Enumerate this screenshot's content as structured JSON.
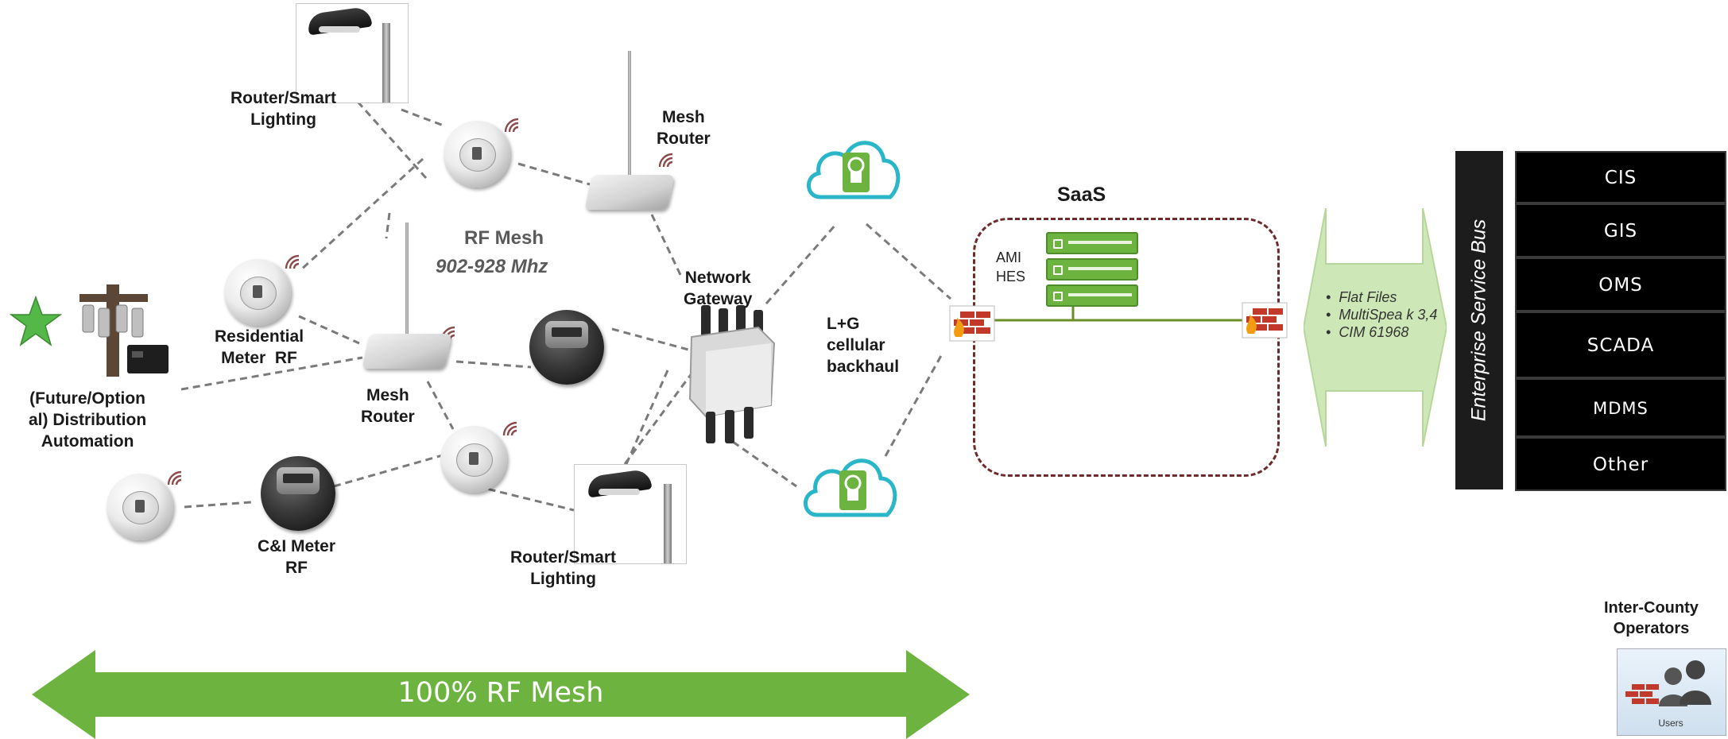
{
  "labels": {
    "router_smart_top": [
      "Router/Smart",
      "Lighting"
    ],
    "mesh_router_top": [
      "Mesh",
      "Router"
    ],
    "rf_mesh_title": "RF Mesh",
    "rf_mesh_freq": "902-928 Mhz",
    "residential_meter": [
      "Residential",
      "Meter  RF"
    ],
    "mesh_router_mid": [
      "Mesh",
      "Router"
    ],
    "distribution_automation": [
      "(Future/Option",
      "al) Distribution",
      "Automation"
    ],
    "ci_meter": [
      "C&I Meter",
      "RF"
    ],
    "router_smart_bottom": [
      "Router/Smart",
      "Lighting"
    ],
    "network_gateway": [
      "Network",
      "Gateway"
    ],
    "cellular_backhaul": [
      "L+G",
      "cellular",
      "backhaul"
    ]
  },
  "saas": {
    "title": "SaaS",
    "server_label": [
      "AMI",
      "HES"
    ]
  },
  "bus_list": [
    "Flat Files",
    "MultiSpea k 3,4",
    "CIM 61968"
  ],
  "esb_label": "Enterprise Service Bus",
  "systems": [
    "CIS",
    "GIS",
    "OMS",
    "SCADA",
    "MDMS",
    "Other"
  ],
  "bottom_arrow_label": "100% RF Mesh",
  "operators": {
    "label": [
      "Inter-County",
      "Operators"
    ],
    "icon_caption": "Users"
  },
  "colors": {
    "green": "#6db33f",
    "cloud_outline": "#29b6c8",
    "saas_border": "#6d2b2b",
    "bus_arrow": "#cde8b6",
    "esb_bg": "#1c1c1c",
    "system_bg": "#000000",
    "link": "#777777",
    "star": "#54b848"
  }
}
